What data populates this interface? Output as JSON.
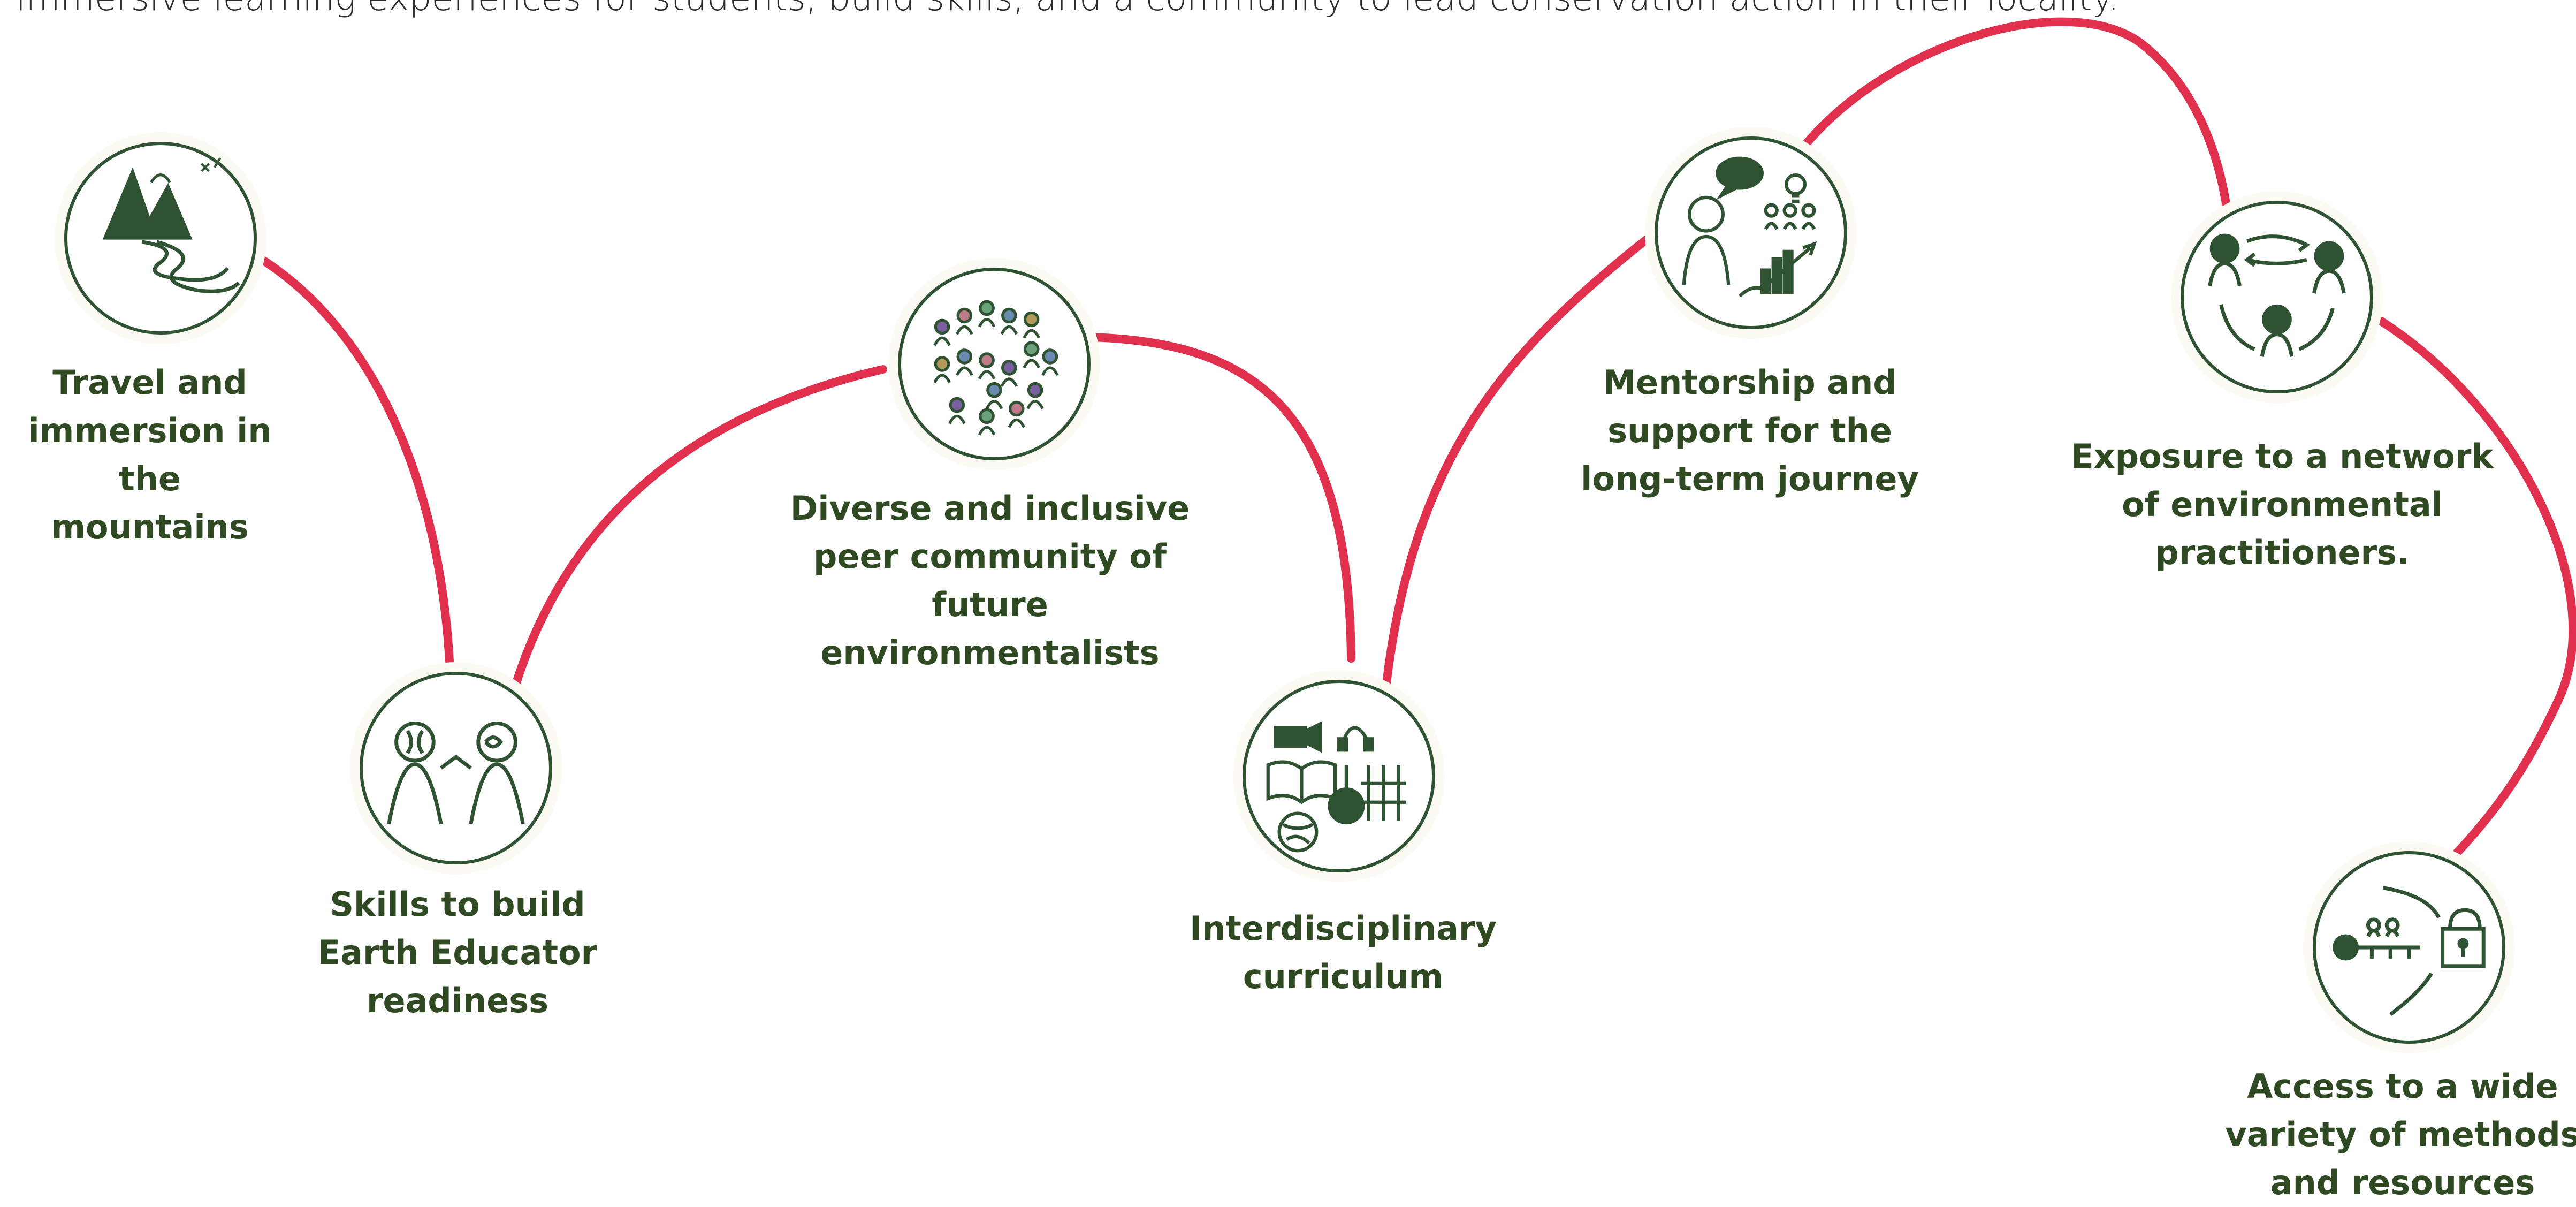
{
  "intro_text": "immersive learning experiences for students, build skills, and a community to lead conservation action in their locality.",
  "colors": {
    "path": "#e0304e",
    "icon": "#2f5233",
    "label": "#2f4a22"
  },
  "steps": [
    {
      "icon": "mountain-road-icon",
      "lines": [
        "Travel and",
        "immersion in the",
        "mountains"
      ]
    },
    {
      "icon": "two-thinkers-icon",
      "lines": [
        "Skills to build",
        "Earth Educator",
        "readiness"
      ]
    },
    {
      "icon": "community-people-icon",
      "lines": [
        "Diverse and inclusive",
        "peer community of",
        "future environmentalists"
      ]
    },
    {
      "icon": "curriculum-tools-icon",
      "lines": [
        "Interdisciplinary",
        "curriculum"
      ]
    },
    {
      "icon": "mentor-growth-icon",
      "lines": [
        "Mentorship and",
        "support for the",
        "long-term journey"
      ]
    },
    {
      "icon": "network-people-icon",
      "lines": [
        "Exposure to a network",
        "of environmental",
        "practitioners."
      ]
    },
    {
      "icon": "key-lock-icon",
      "lines": [
        "Access to a wide",
        "variety of methods",
        "and resources"
      ]
    }
  ]
}
